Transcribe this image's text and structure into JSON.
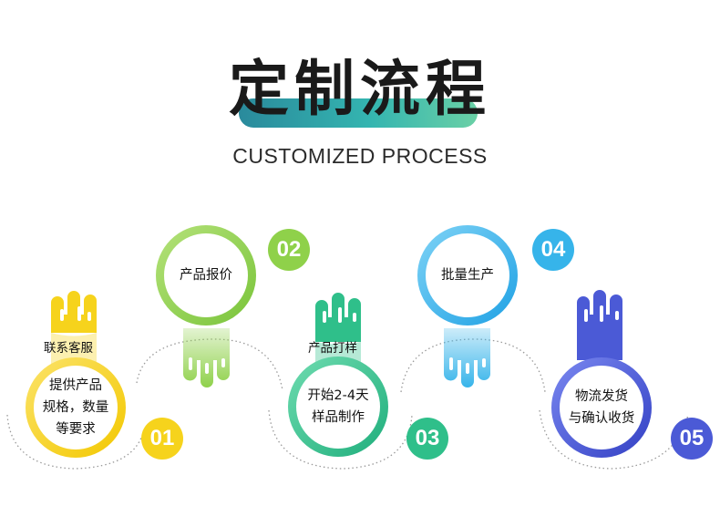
{
  "title": {
    "cn": "定制流程",
    "en": "CUSTOMIZED PROCESS"
  },
  "steps": [
    {
      "num": "01",
      "label": "联系客服",
      "desc_lines": [
        "提供产品",
        "规格，数量",
        "等要求"
      ],
      "color": "#f6d31c"
    },
    {
      "num": "02",
      "text": "产品报价",
      "color": "#8fd14a"
    },
    {
      "num": "03",
      "label": "产品打样",
      "desc_lines": [
        "开始2-4天",
        "样品制作"
      ],
      "color": "#2fbf8a"
    },
    {
      "num": "04",
      "text": "批量生产",
      "color": "#36b4ea"
    },
    {
      "num": "05",
      "desc_lines": [
        "物流发货",
        "与确认收货"
      ],
      "color": "#4b5ad6"
    }
  ]
}
